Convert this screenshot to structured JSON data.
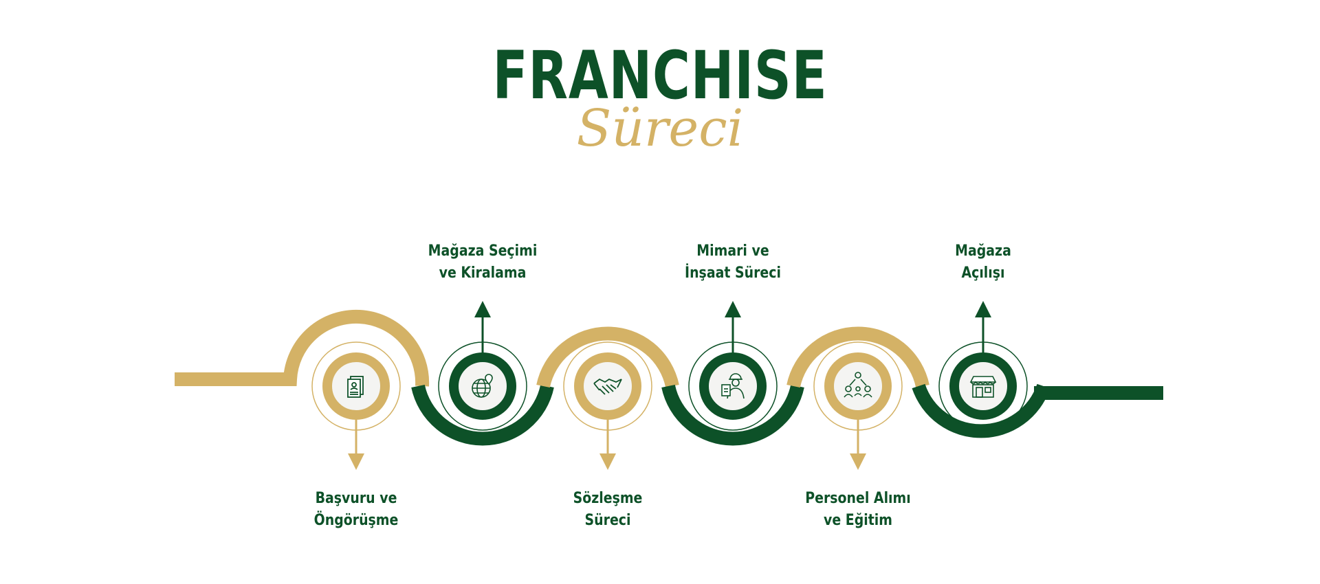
{
  "title": "FRANCHISE",
  "subtitle": "Süreci",
  "colors": {
    "green": "#0d5128",
    "gold": "#d4b266"
  },
  "steps": [
    {
      "line1": "Başvuru ve",
      "line2": "Öngörüşme",
      "icon": "document-user-icon",
      "color": "gold"
    },
    {
      "line1": "Mağaza Seçimi",
      "line2": "ve Kiralama",
      "icon": "globe-location-icon",
      "color": "green"
    },
    {
      "line1": "Sözleşme",
      "line2": "Süreci",
      "icon": "handshake-icon",
      "color": "gold"
    },
    {
      "line1": "Mimari ve",
      "line2": "İnşaat Süreci",
      "icon": "engineer-icon",
      "color": "green"
    },
    {
      "line1": "Personel Alımı",
      "line2": "ve Eğitim",
      "icon": "team-network-icon",
      "color": "gold"
    },
    {
      "line1": "Mağaza",
      "line2": "Açılışı",
      "icon": "storefront-icon",
      "color": "green"
    }
  ]
}
